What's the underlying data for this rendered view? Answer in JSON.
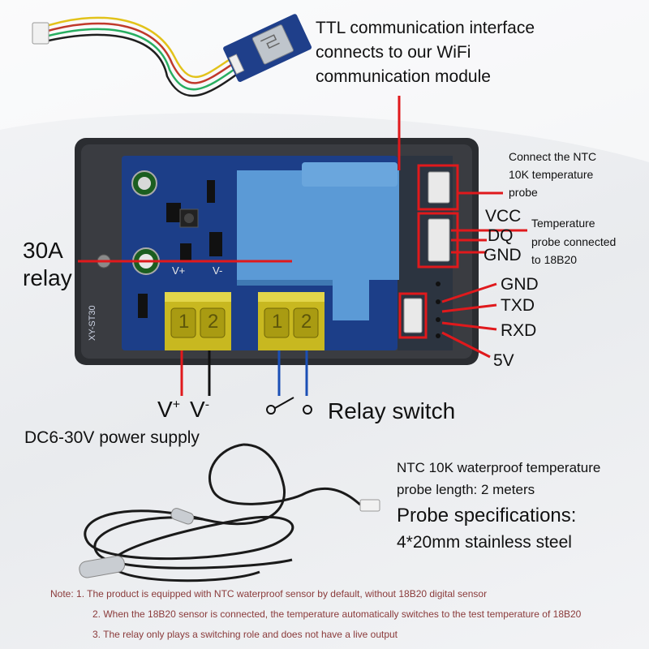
{
  "header": {
    "ttl_line1": "TTL communication interface",
    "ttl_line2": "connects to our WiFi",
    "ttl_line3": "communication module"
  },
  "ntc_probe": {
    "line1": "Connect the NTC",
    "line2": "10K temperature",
    "line3": "probe"
  },
  "pins_18b20": {
    "vcc": "VCC",
    "dq": "DQ",
    "gnd": "GND",
    "desc1": "Temperature",
    "desc2": "probe connected",
    "desc3": "to 18B20"
  },
  "ttl_pins": {
    "gnd": "GND",
    "txd": "TXD",
    "rxd": "RXD",
    "v5": "5V"
  },
  "relay": {
    "line1": "30A",
    "line2": "relay"
  },
  "board": {
    "model": "XY-ST30",
    "vplus": "V+",
    "vminus": "V-",
    "term1": "1",
    "term2": "2"
  },
  "power": {
    "vplus": "V",
    "vplus_sup": "+",
    "vminus": "V",
    "vminus_sup": "-",
    "supply": "DC6-30V power supply"
  },
  "switch": {
    "label": "Relay switch"
  },
  "probe": {
    "line1": "NTC 10K waterproof temperature",
    "line2": "probe length: 2 meters",
    "spec_title": "Probe specifications:",
    "spec_value": "4*20mm stainless steel"
  },
  "notes": {
    "n1": "Note: 1. The product is equipped with NTC waterproof sensor by default, without 18B20 digital sensor",
    "n2": "2. When the 18B20 sensor is connected, the temperature automatically switches to the test temperature of 18B20",
    "n3": "3. The relay only plays a switching role and does not have a live output"
  },
  "colors": {
    "accent_red": "#e0191c",
    "wire_blue": "#1b4fb5",
    "relay_blue": "#5b9ad6",
    "pcb_blue": "#1c3e88",
    "terminal_yellow": "#d6c620"
  }
}
